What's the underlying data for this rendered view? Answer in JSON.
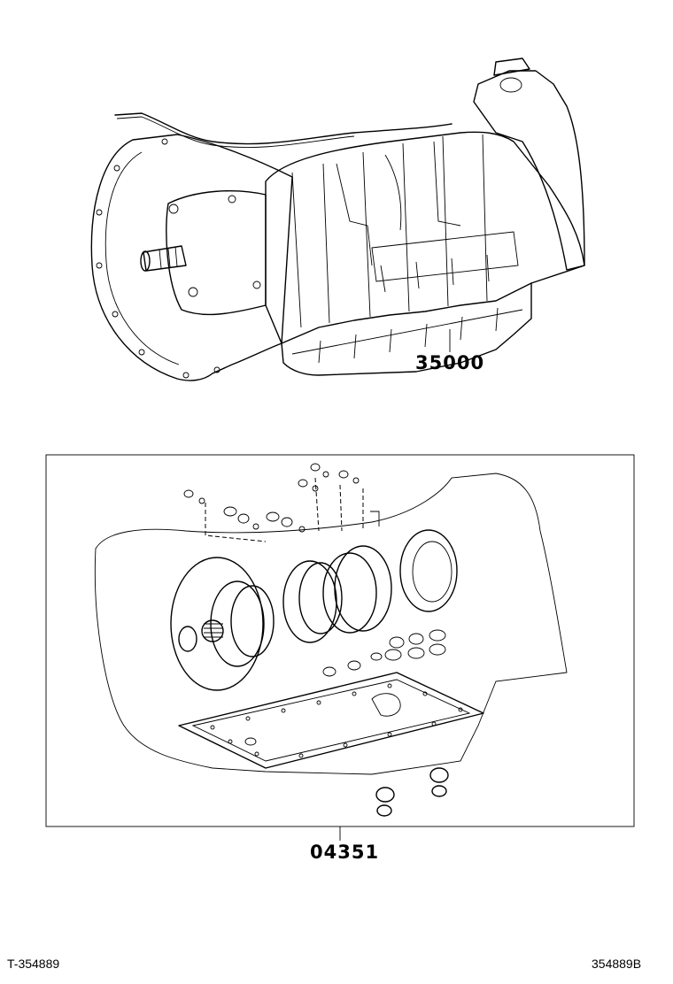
{
  "parts": {
    "transmission_assembly": {
      "number": "35000"
    },
    "overhaul_gasket_kit": {
      "number": "04351"
    }
  },
  "footer": {
    "left_code": "T-354889",
    "right_code": "354889B"
  }
}
